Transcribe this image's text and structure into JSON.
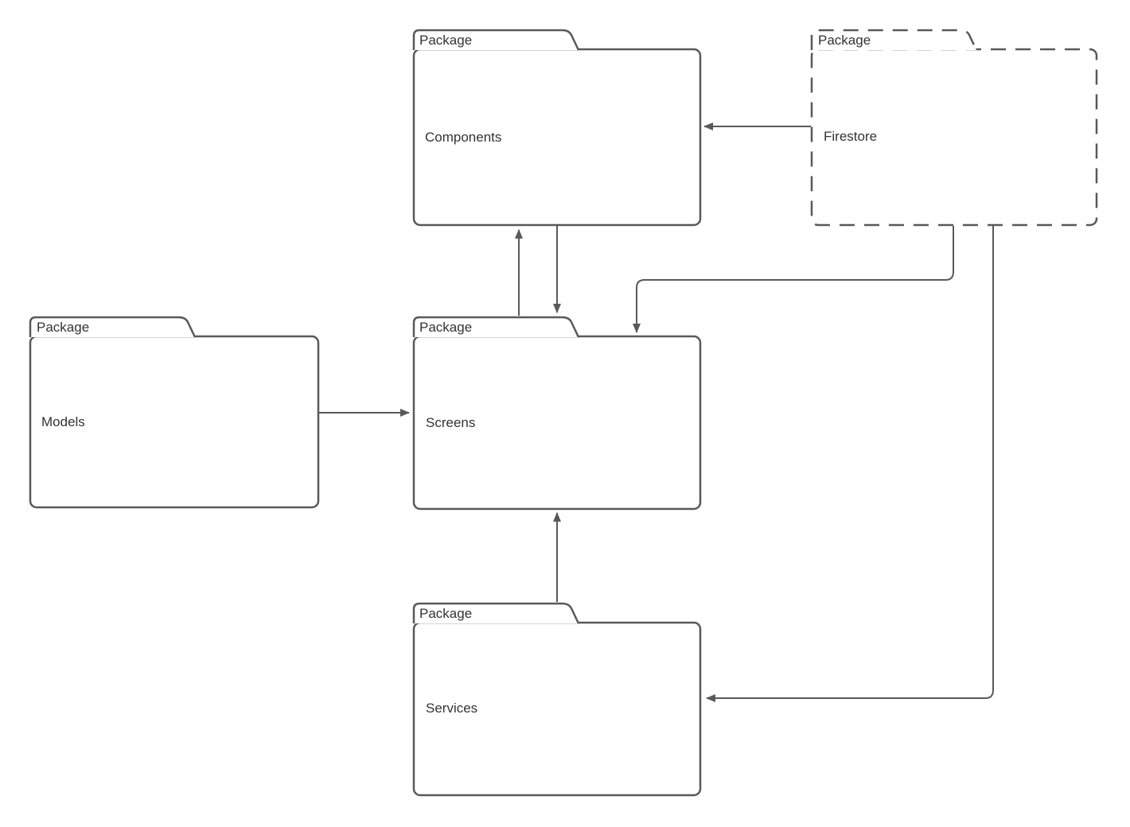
{
  "canvas": {
    "background_color": "#ffffff",
    "stroke_color": "#595959",
    "text_color": "#333333"
  },
  "packages": [
    {
      "id": "components",
      "type_label": "Package",
      "name": "Components",
      "border_style": "solid"
    },
    {
      "id": "firestore",
      "type_label": "Package",
      "name": "Firestore",
      "border_style": "dashed"
    },
    {
      "id": "models",
      "type_label": "Package",
      "name": "Models",
      "border_style": "solid"
    },
    {
      "id": "screens",
      "type_label": "Package",
      "name": "Screens",
      "border_style": "solid"
    },
    {
      "id": "services",
      "type_label": "Package",
      "name": "Services",
      "border_style": "solid"
    }
  ],
  "connectors": [
    {
      "from": "Firestore",
      "to": "Components",
      "arrow": "filled-triangle"
    },
    {
      "from": "Screens",
      "to": "Components",
      "arrow": "filled-triangle"
    },
    {
      "from": "Components",
      "to": "Screens",
      "arrow": "filled-triangle"
    },
    {
      "from": "Firestore",
      "to": "Screens",
      "arrow": "filled-triangle"
    },
    {
      "from": "Models",
      "to": "Screens",
      "arrow": "filled-triangle"
    },
    {
      "from": "Services",
      "to": "Screens",
      "arrow": "filled-triangle"
    },
    {
      "from": "Firestore",
      "to": "Services",
      "arrow": "filled-triangle"
    }
  ]
}
